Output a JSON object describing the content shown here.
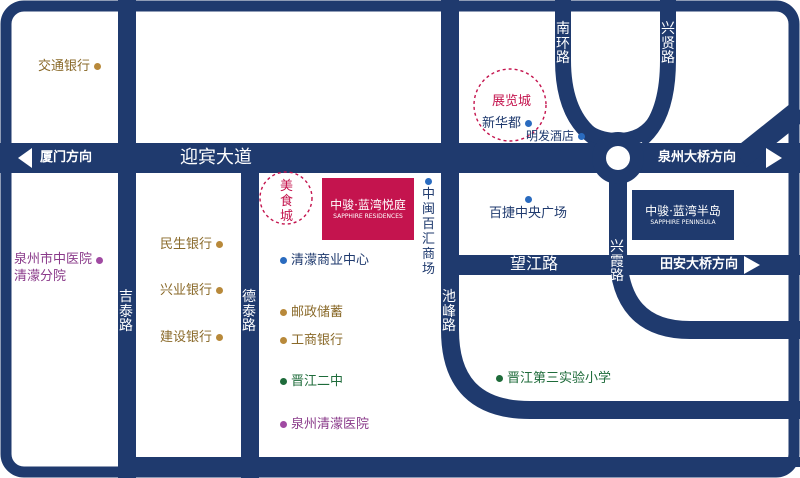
{
  "colors": {
    "road": "#1f3a6e",
    "background": "#ffffff",
    "bank_dot": "#b8893a",
    "blue_dot": "#2a6bbf",
    "green_dot": "#1e6b3a",
    "purple_dot": "#a04aa2",
    "project_red": "#c4144e",
    "circle_red": "#c4144e"
  },
  "roads": {
    "yingbin": "迎宾大道",
    "wangjiang": "望江路",
    "jitai": "吉泰路",
    "detai": "德泰路",
    "chifeng": "池峰路",
    "xingxia": "兴霞路",
    "nanhuan": "南环路",
    "xingxian": "兴贤路"
  },
  "directions": {
    "xiamen": "厦门方向",
    "quanzhou_bridge": "泉州大桥方向",
    "tianan_bridge": "田安大桥方向"
  },
  "projects": {
    "main": {
      "name": "中骏·蓝湾悦庭",
      "sub": "SAPPHIRE RESIDENCES"
    },
    "peninsula": {
      "name": "中骏·蓝湾半岛",
      "sub": "SAPPHIRE PENINSULA"
    }
  },
  "circles": {
    "food": "美食城",
    "expo": "展览城"
  },
  "pois": {
    "jiaotong": "交通银行",
    "minsheng": "民生银行",
    "xingye": "兴业银行",
    "jianshe": "建设银行",
    "tcm_1": "泉州市中医院",
    "tcm_2": "清濛分院",
    "qingmeng_center": "清濛商业中心",
    "postal": "邮政储蓄",
    "icbc": "工商银行",
    "jinjiang2": "晋江二中",
    "qingmeng_hospital": "泉州清濛医院",
    "zhongmin": "中闽百汇商场",
    "xinhuadu": "新华都",
    "mingfa": "明发酒店",
    "baijie": "百捷中央广场",
    "school3": "晋江第三实验小学"
  }
}
